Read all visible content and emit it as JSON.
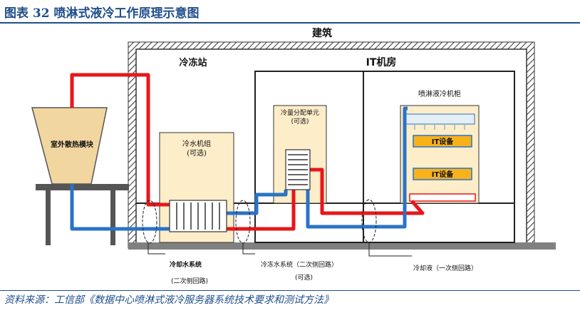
{
  "header": {
    "title": "图表 32   喷淋式液冷工作原理示意图"
  },
  "diagram": {
    "building": "建筑",
    "cold_station": "冷冻站",
    "it_room": "IT机房",
    "cooling_tower": "室外散热模块",
    "chiller": {
      "name": "冷水机组",
      "note": "(可选)"
    },
    "cdu": {
      "name": "冷量分配单元",
      "note": "(可选)"
    },
    "cabinet": {
      "name": "喷淋液冷机柜",
      "device_1": "IT设备",
      "device_2": "IT设备"
    },
    "loops": {
      "cooling_water": {
        "name": "冷却水系统",
        "note": "(二次侧回路)"
      },
      "chilled_water": {
        "name": "冷冻水系统（二次侧回路）",
        "note": "(可选)"
      },
      "coolant": {
        "name": "冷却液（一次侧回路）"
      }
    },
    "colors": {
      "hot_pipe": "#e8161b",
      "cold_pipe": "#2a73c6",
      "module_fill": "#fdedc9",
      "tower_fill": "#f1d6a0"
    }
  },
  "footer": {
    "source": "资料来源：工信部《数据中心喷淋式液冷服务器系统技术要求和测试方法》"
  }
}
